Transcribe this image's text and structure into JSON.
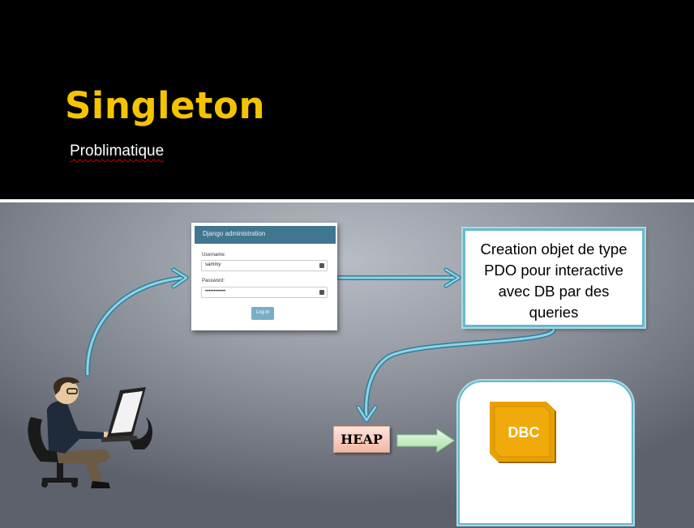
{
  "slide": {
    "title": "Singleton",
    "subtitle": "Problimatique"
  },
  "login_screenshot": {
    "header": "Django administration",
    "username_label": "Username:",
    "username_value": "sammy",
    "password_label": "Password:",
    "password_value": "••••••••••••",
    "button_label": "Log in"
  },
  "pdo_box": {
    "text": "Creation objet de type\nPDO pour interactive\navec DB par des\nqueries"
  },
  "heap_label": "HEAP",
  "dbc_label": "DBC",
  "colors": {
    "title": "#f5c400",
    "connector": "#5fb3cf",
    "heap_fill": "#f3b7a2",
    "dbc_fill": "#e8a000",
    "arrow_green": "#c8f0c8",
    "login_header": "#417690"
  }
}
